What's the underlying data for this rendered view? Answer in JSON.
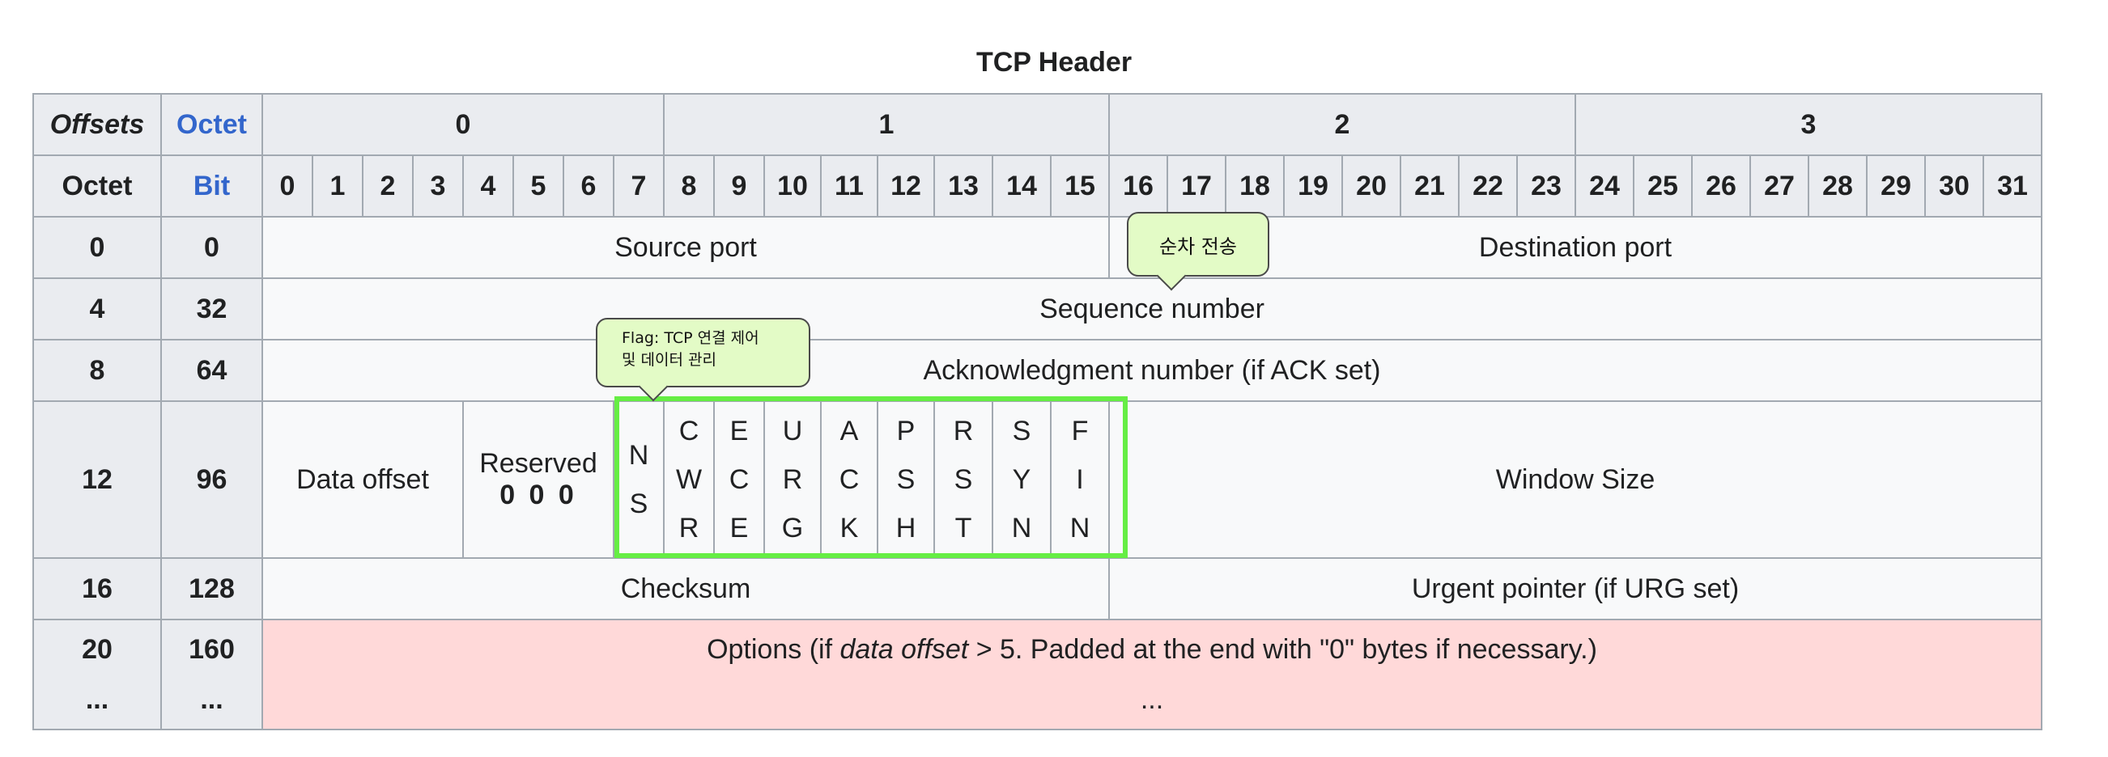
{
  "caption": "TCP Header",
  "header_row1": {
    "offsets": "Offsets",
    "octet": "Octet",
    "octets": [
      "0",
      "1",
      "2",
      "3"
    ]
  },
  "header_row2": {
    "octet": "Octet",
    "bit": "Bit",
    "bits": [
      "0",
      "1",
      "2",
      "3",
      "4",
      "5",
      "6",
      "7",
      "8",
      "9",
      "10",
      "11",
      "12",
      "13",
      "14",
      "15",
      "16",
      "17",
      "18",
      "19",
      "20",
      "21",
      "22",
      "23",
      "24",
      "25",
      "26",
      "27",
      "28",
      "29",
      "30",
      "31"
    ]
  },
  "rows": {
    "r0": {
      "octet": "0",
      "bit": "0",
      "source_port": "Source port",
      "destination_port": "Destination port"
    },
    "r4": {
      "octet": "4",
      "bit": "32",
      "sequence_number": "Sequence number"
    },
    "r8": {
      "octet": "8",
      "bit": "64",
      "ack_number": "Acknowledgment number (if ACK set)"
    },
    "r12": {
      "octet": "12",
      "bit": "96",
      "data_offset": "Data offset",
      "reserved": "Reserved",
      "reserved_bits": "0 0 0",
      "flags": [
        {
          "l1": "N",
          "l2": "S",
          "l3": ""
        },
        {
          "l1": "C",
          "l2": "W",
          "l3": "R"
        },
        {
          "l1": "E",
          "l2": "C",
          "l3": "E"
        },
        {
          "l1": "U",
          "l2": "R",
          "l3": "G"
        },
        {
          "l1": "A",
          "l2": "C",
          "l3": "K"
        },
        {
          "l1": "P",
          "l2": "S",
          "l3": "H"
        },
        {
          "l1": "R",
          "l2": "S",
          "l3": "T"
        },
        {
          "l1": "S",
          "l2": "Y",
          "l3": "N"
        },
        {
          "l1": "F",
          "l2": "I",
          "l3": "N"
        }
      ],
      "window_size": "Window Size"
    },
    "r16": {
      "octet": "16",
      "bit": "128",
      "checksum": "Checksum",
      "urgent_pointer": "Urgent pointer (if URG set)"
    },
    "r20": {
      "octet": "20",
      "bit": "160",
      "octet_more": "...",
      "bit_more": "...",
      "options_prefix": "Options (if ",
      "options_italic": "data offset",
      "options_suffix": " > 5. Padded at the end with \"0\" bytes if necessary.)",
      "options_more": "..."
    }
  },
  "tooltips": {
    "sequence": "순차 전송",
    "flag_line1": "Flag: TCP 연결 제어",
    "flag_line2": "및 데이터 관리"
  },
  "colors": {
    "header_bg": "#eaecf0",
    "cell_bg": "#f8f9fa",
    "options_bg": "#ffd9d9",
    "link_blue": "#3366cc",
    "flag_highlight": "#66ee44",
    "tooltip_bg": "#e3fbc6"
  }
}
